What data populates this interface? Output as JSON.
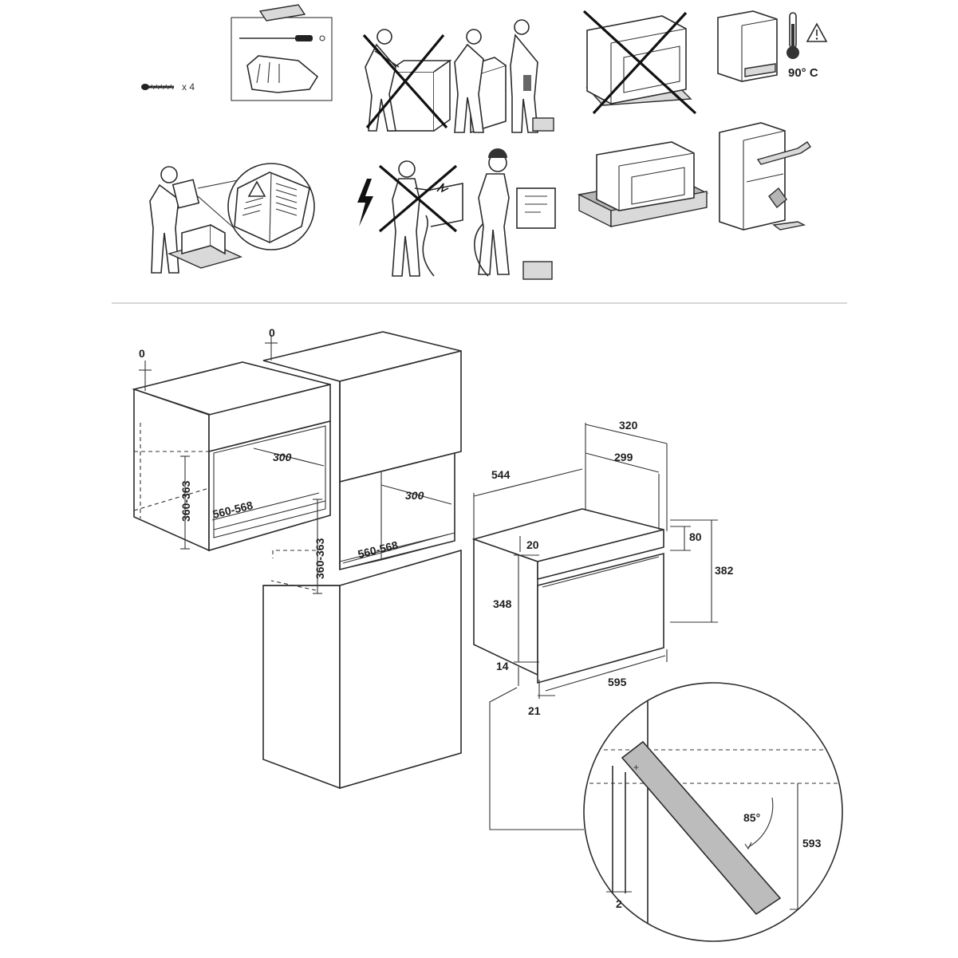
{
  "top_section": {
    "screw_count": "x 4",
    "temperature": "90° C",
    "icons": [
      "screw-icon",
      "tools-icon",
      "warning-icon",
      "thermometer-icon",
      "lightning-icon"
    ]
  },
  "cabinet_dims": {
    "gap_left": "0",
    "gap_right": "0",
    "depth_upper": "300",
    "width_upper": "560-568",
    "height_upper": "360-363",
    "depth_lower": "300",
    "width_lower": "560-568",
    "height_lower": "360-363"
  },
  "appliance_dims": {
    "total_depth": "320",
    "inner_depth": "299",
    "body_depth": "544",
    "top_offset": "20",
    "panel_height": "80",
    "total_height": "382",
    "body_height": "348",
    "bottom_offset": "14",
    "width": "595",
    "front_thickness": "21"
  },
  "detail_dims": {
    "angle": "85°",
    "height": "593",
    "gap": "2"
  },
  "colors": {
    "line": "#2b2b2b",
    "panel_grey": "#b5b5b5",
    "light_grey": "#d9d9d9"
  }
}
